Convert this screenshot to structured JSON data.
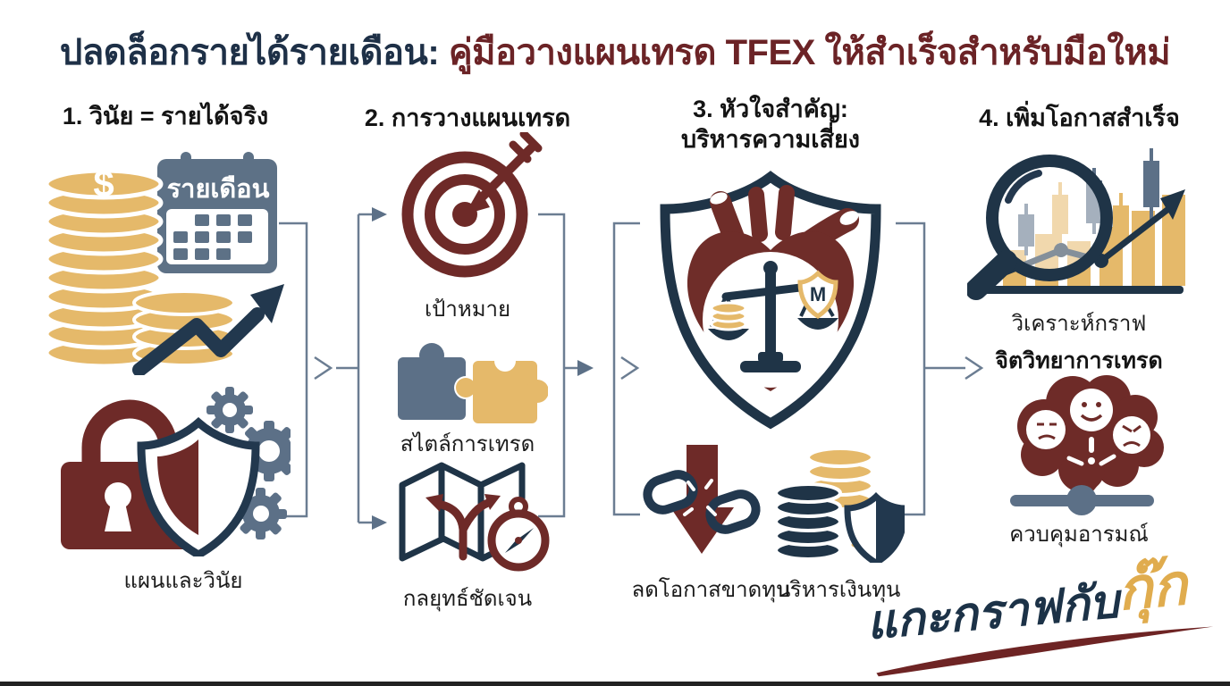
{
  "title": {
    "part1": "ปลดล็อกรายได้รายเดือน:",
    "part2": "คู่มือวางแผนเทรด TFEX ให้สำเร็จสำหรับมือใหม่"
  },
  "columns": [
    {
      "header": "1. วินัย = รายได้จริง",
      "calendar_label": "รายเดือน",
      "coin_symbol": "$",
      "caption": "แผนและวินัย",
      "icons": [
        "coins-stack-icon",
        "monthly-calendar-icon",
        "growth-arrow-icon",
        "padlock-icon",
        "shield-icon",
        "gears-icon"
      ]
    },
    {
      "header": "2. การวางแผนเทรด",
      "items": [
        {
          "icon": "target-dart-icon",
          "label": "เป้าหมาย"
        },
        {
          "icon": "puzzle-pieces-icon",
          "label": "สไตล์การเทรด"
        },
        {
          "icon": "map-compass-icon",
          "label": "กลยุทธ์ชัดเจน"
        }
      ]
    },
    {
      "header_line1": "3. หัวใจสำคัญ:",
      "header_line2": "บริหารความเสี่ยง",
      "m_letter": "M",
      "center_icon": "heart-shield-balance-icon",
      "items": [
        {
          "icon": "broken-chain-loss-icon",
          "label": "ลดโอกาสขาดทุน"
        },
        {
          "icon": "capital-coins-shield-icon",
          "label": "บริหารเงินทุน"
        }
      ]
    },
    {
      "header": "4. เพิ่มโอกาสสำเร็จ",
      "items": [
        {
          "icon": "magnifier-chart-icon",
          "label": "วิเคราะห์กราฟ"
        },
        {
          "heading": "จิตวิทยาการเทรด"
        },
        {
          "icon": "brain-emotions-icon",
          "label": "ควบคุมอารมณ์"
        }
      ]
    }
  ],
  "signature": {
    "main": "แกะกราฟกับ",
    "accent": "กุ๊ก"
  },
  "colors": {
    "navy": "#1f3447",
    "maroon": "#6e2a28",
    "gold": "#e5b96a",
    "grayblue": "#5c7087",
    "title_navy": "#1e3047",
    "title_red": "#6b2326",
    "connector": "#6b7d92",
    "text": "#141414",
    "background": "#ffffff"
  }
}
